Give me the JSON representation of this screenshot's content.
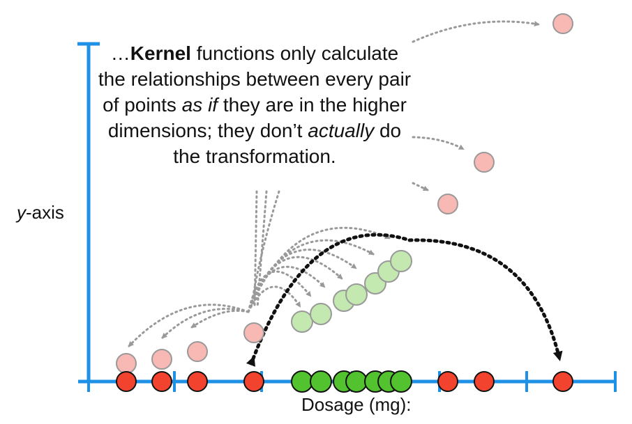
{
  "caption": {
    "lead": "…",
    "bold": "Kernel",
    "part1": " functions only calculate the relationships between every pair of points ",
    "italic1": "as if",
    "part2": " they are in the higher dimensions; they don’t ",
    "italic2": "actually",
    "part3": " do the transformation."
  },
  "axes": {
    "y_label_var": "y",
    "y_label_rest": "-axis",
    "x_label": "Dosage (mg):"
  },
  "colors": {
    "axis": "#1E90E6",
    "red": "#F2432E",
    "green": "#52C22E",
    "pink": "#F8B8B4",
    "light_green": "#C3E8B0",
    "arrow_gray": "#999999",
    "arrow_black": "#111111"
  }
}
